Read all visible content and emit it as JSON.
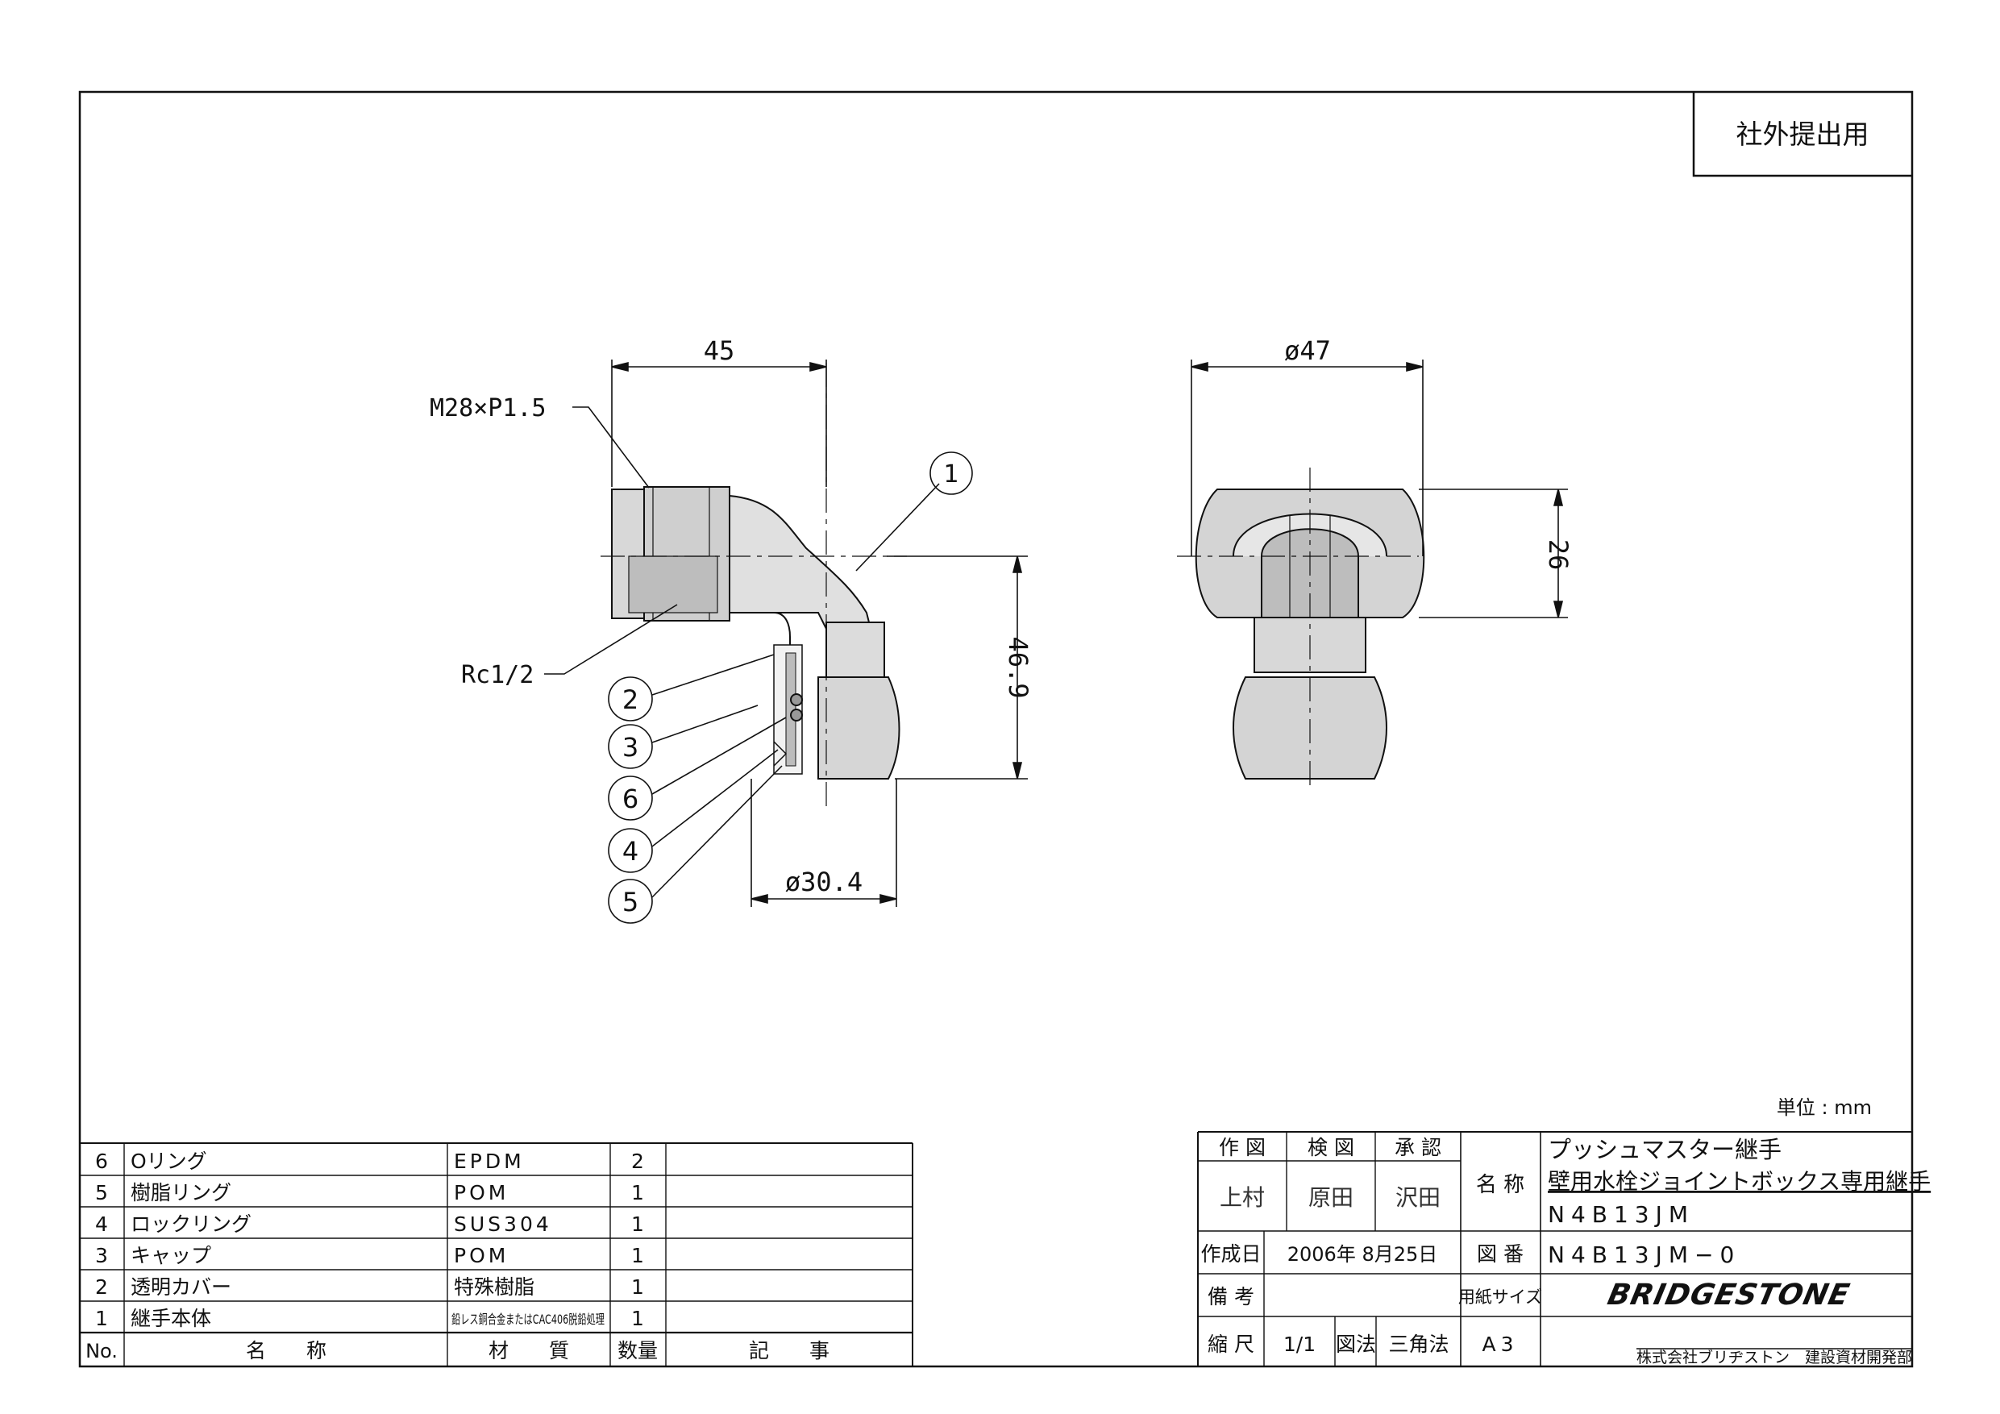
{
  "stamp": "社外提出用",
  "unit_label": "単位 : mm",
  "views": {
    "side": {
      "dim_width": "45",
      "dim_height": "46.9",
      "dim_diameter": "ø30.4",
      "thread_label": "M28×P1.5",
      "taper_label": "Rc1/2",
      "balloons": [
        "1",
        "2",
        "3",
        "6",
        "4",
        "5"
      ]
    },
    "front": {
      "dim_diameter": "ø47",
      "dim_height": "26"
    }
  },
  "parts_list": {
    "headers": {
      "no": "No.",
      "name": "名　　称",
      "material": "材　　質",
      "qty": "数量",
      "note": "記　　事"
    },
    "rows": [
      {
        "no": "6",
        "name": "Oリング",
        "material": "EPDM",
        "qty": "2",
        "note": ""
      },
      {
        "no": "5",
        "name": "樹脂リング",
        "material": "POM",
        "qty": "1",
        "note": ""
      },
      {
        "no": "4",
        "name": "ロックリング",
        "material": "SUS304",
        "qty": "1",
        "note": ""
      },
      {
        "no": "3",
        "name": "キャップ",
        "material": "POM",
        "qty": "1",
        "note": ""
      },
      {
        "no": "2",
        "name": "透明カバー",
        "material": "特殊樹脂",
        "qty": "1",
        "note": ""
      },
      {
        "no": "1",
        "name": "継手本体",
        "material": "鉛レス銅合金またはCAC406脱鉛処理",
        "qty": "1",
        "note": ""
      }
    ]
  },
  "title_block": {
    "drawn_h": "作 図",
    "checked_h": "検 図",
    "approved_h": "承 認",
    "drawn": "上村",
    "checked": "原田",
    "approved": "沢田",
    "name_h": "名 称",
    "name_line1": "プッシュマスター継手",
    "name_line2": "壁用水栓ジョイントボックス専用継手",
    "name_line3": "N4B13JM",
    "date_h": "作成日",
    "date": "2006年 8月25日",
    "dwg_no_h": "図 番",
    "dwg_no": "N4B13JM−0",
    "remarks_h": "備 考",
    "remarks": "",
    "paper_h": "用紙サイズ",
    "paper": "A3",
    "scale_h": "縮 尺",
    "scale": "1/1",
    "proj_h": "図法",
    "proj": "三角法",
    "brand": "BRIDGESTONE",
    "company": "株式会社ブリヂストン　建設資材開発部"
  }
}
